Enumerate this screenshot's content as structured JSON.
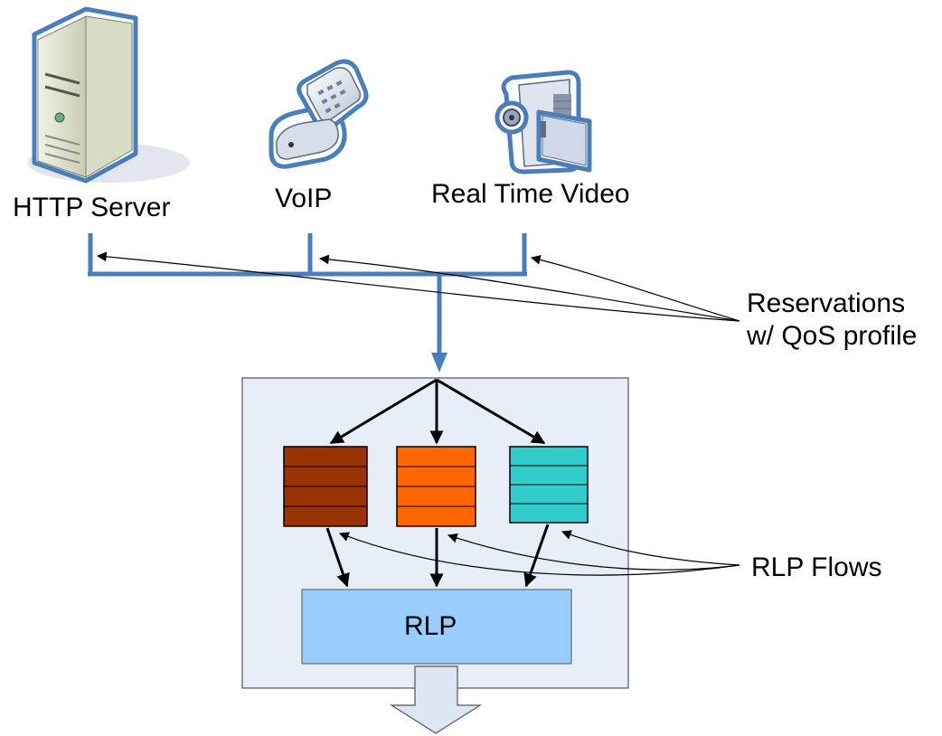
{
  "sources": [
    {
      "label": "HTTP Server",
      "icon": "server-icon"
    },
    {
      "label": "VoIP",
      "icon": "phone-icon"
    },
    {
      "label": "Real Time Video",
      "icon": "video-camera-icon"
    }
  ],
  "annotations": {
    "reservations_line1": "Reservations",
    "reservations_line2": "w/ QoS profile",
    "rlp_flows": "RLP Flows"
  },
  "rlp_block_label": "RLP",
  "colors": {
    "bus": "#4a7ebb",
    "queue_1": "#993300",
    "queue_2": "#ff6600",
    "queue_3": "#33cccc",
    "rlp_block": "#99ccff",
    "container": "#e8eef7",
    "output_arrow": "#dde6f3"
  }
}
